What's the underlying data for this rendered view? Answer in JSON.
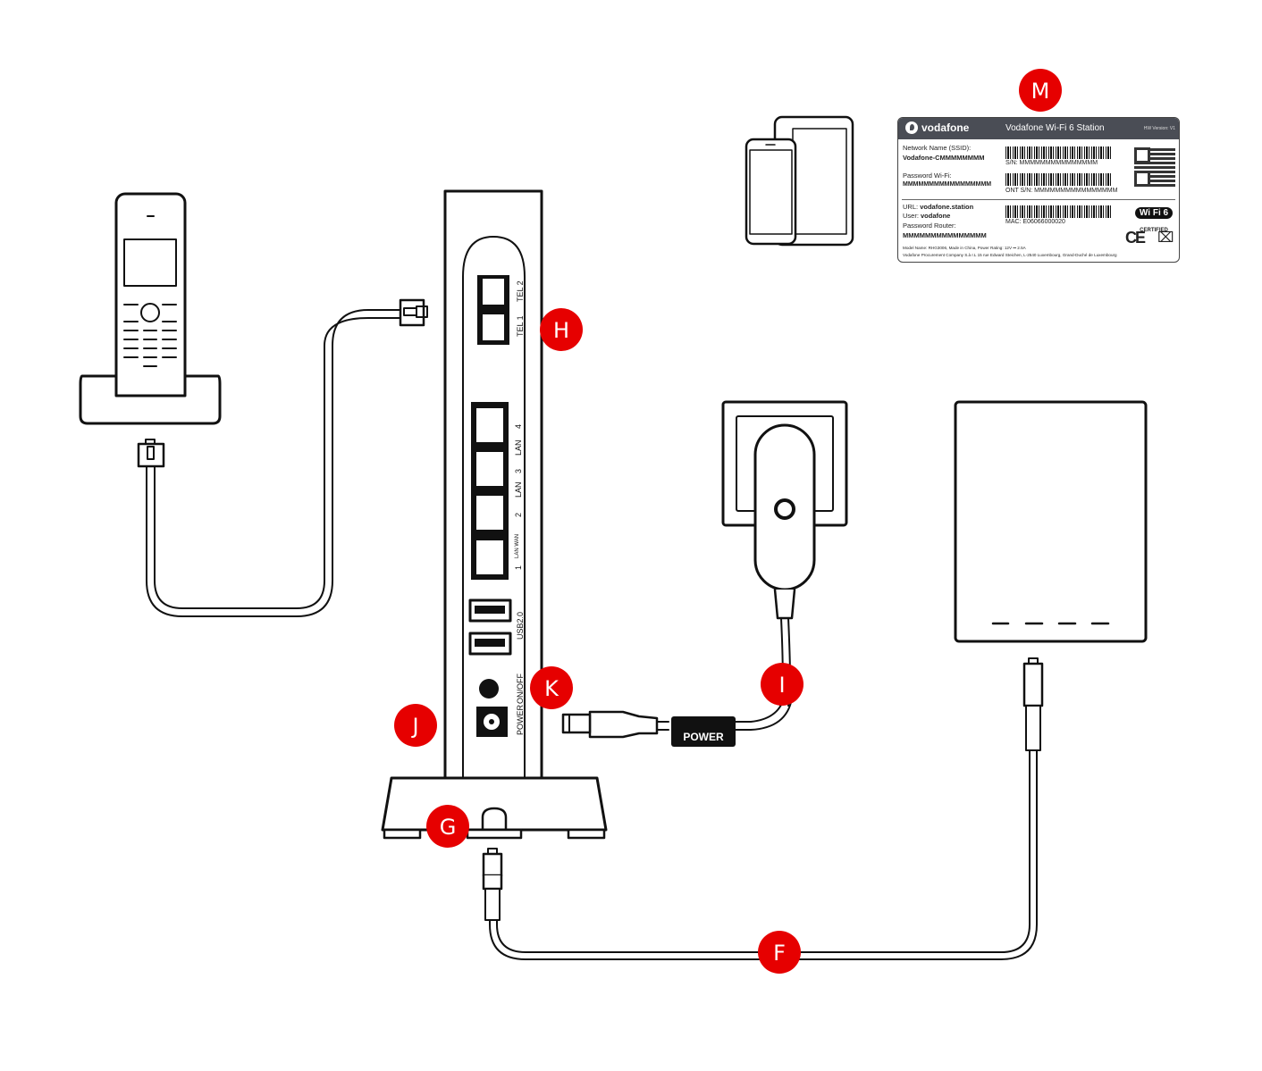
{
  "diagram": {
    "title": "Vodafone Wi-Fi 6 Station connection diagram",
    "accent_color": "#e60000",
    "line_color": "#111111",
    "badges": [
      {
        "id": "M",
        "letter": "M",
        "target": "device label"
      },
      {
        "id": "H",
        "letter": "H",
        "target": "telephone ports"
      },
      {
        "id": "K",
        "letter": "K",
        "target": "on/off button"
      },
      {
        "id": "J",
        "letter": "J",
        "target": "power socket"
      },
      {
        "id": "I",
        "letter": "I",
        "target": "power supply cable"
      },
      {
        "id": "G",
        "letter": "G",
        "target": "fibre port in base"
      },
      {
        "id": "F",
        "letter": "F",
        "target": "fibre cable to ONT"
      }
    ],
    "router_ports": {
      "tel2": "TEL 2",
      "tel1": "TEL 1",
      "lan4": "4",
      "lan3": "3",
      "lan2": "2",
      "lan1": "1",
      "lan_label": "LAN",
      "lan_wan": "LAN WAN",
      "usb": "USB2.0",
      "onoff": "ON/OFF",
      "power": "POWER"
    },
    "power_cable_label": "POWER",
    "label": {
      "brand": "vodafone",
      "product": "Vodafone Wi-Fi 6 Station",
      "hw_version": "HW Version: V1",
      "ssid_label": "Network Name (SSID):",
      "ssid_value": "Vodafone-CMMMMMMMM",
      "wifi_pw_label": "Password Wi-Fi:",
      "wifi_pw_value": "MMMMMMMMMMMMMMMMM",
      "sn": "S/N: MMMMMMMMMMMMMMM",
      "ont_sn": "ONT S/N: MMMMMMMMMMMMMMMM",
      "url_label": "URL:",
      "url_value": "vodafone.station",
      "user_label": "User:",
      "user_value": "vodafone",
      "router_pw_label": "Password Router:",
      "router_pw_value": "MMMMMMMMMMMMMMM",
      "mac": "MAC: E06066000020",
      "wifi_badge": "Wi Fi 6",
      "wifi_cert": "CERTIFIED",
      "ce": "CE",
      "footer1": "Model Name: RHG3006, Made in China, Power Rating: 12V ⎓ 2.5A",
      "footer2": "Vodafone Procurement Company S.à r.L 15 rue Edward Steichen, L-2540 Luxembourg, Grand-Duché de Luxembourg"
    }
  }
}
